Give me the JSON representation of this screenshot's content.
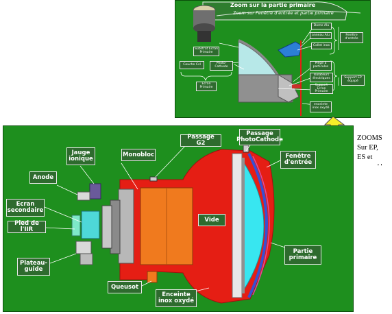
{
  "colors": {
    "panel_green": "#1e8f1e",
    "label_bg": "#2e6b2e",
    "vacuum_red": "#e51e14",
    "photocathode_cyan": "#38e6f0",
    "arrow_yellow": "#f5ee2a"
  },
  "top_panel": {
    "title": "Zoom sur la partie primaire",
    "subtitle": "Zoom sur Fenêtre d'entrée et partie primaire",
    "labels": {
      "dome_alu": "Dome Alu",
      "anneau_alu": "anneau Alu",
      "fenetre_entree": "Fenêtre d'entrée",
      "collet_inox": "Collet inox",
      "substrat": "Substrat Ecran Primaire",
      "couche_csi": "Couche CsI",
      "photo_cathode": "Photo-Cathode",
      "ecran_primaire": "Ecran Primaire",
      "piege_particules": "Piège à particules",
      "isolateurs": "Isolateurs électriques",
      "support_ep": "Support EP équipé",
      "support_ecran": "Support Ecran Primaire",
      "enceinte": "enceinte inox oxydé"
    }
  },
  "side_note": {
    "line1": "ZOOMS",
    "line2": "Sur EP,",
    "line3": "ES et",
    "line4": "' '"
  },
  "main_panel": {
    "labels": {
      "jauge": "Jauge ionique",
      "monobloc": "Monobloc",
      "passage_g2": "Passage G2",
      "passage_pc": "Passage PhotoCathode",
      "anode": "Anode",
      "fenetre": "Fenêtre d'entrée",
      "ecran_secondaire": "Ecran secondaire",
      "pied_iir": "Pied de l'IIR",
      "vide": "Vide",
      "partie_primaire": "Partie primaire",
      "plateau_guide": "Plateau-guide",
      "queusot": "Queusot",
      "enceinte": "Enceinte inox oxydé"
    }
  }
}
